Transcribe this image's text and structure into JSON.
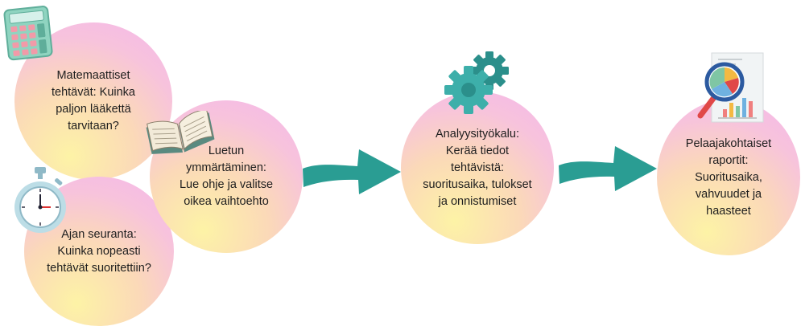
{
  "bubbles": {
    "math": "Matemaattiset\ntehtävät: Kuinka\npaljon lääkettä\ntarvitaan?",
    "reading": "Luetun\nymmärtäminen:\nLue ohje ja valitse\noikea vaihtoehto",
    "time": "Ajan seuranta:\nKuinka nopeasti\ntehtävät suoritettiin?",
    "analysis": "Analyysityökalu:\nKerää tiedot\ntehtävistä:\nsuoritusaika, tulokset\nja onnistumiset",
    "report": "Pelaajakohtaiset\nraportit:\nSuoritusaika,\nvahvuudet ja\nhaasteet"
  },
  "icons": [
    "calculator-icon",
    "open-book-icon",
    "stopwatch-icon",
    "gears-icon",
    "report-magnifier-icon",
    "arrow-right-icon"
  ],
  "colors": {
    "arrow": "#2a9d93",
    "gear_dark": "#2b8f8b",
    "gear_light": "#3dafaa",
    "calc_body": "#8fd4c0",
    "calc_button": "#f29aa8"
  }
}
